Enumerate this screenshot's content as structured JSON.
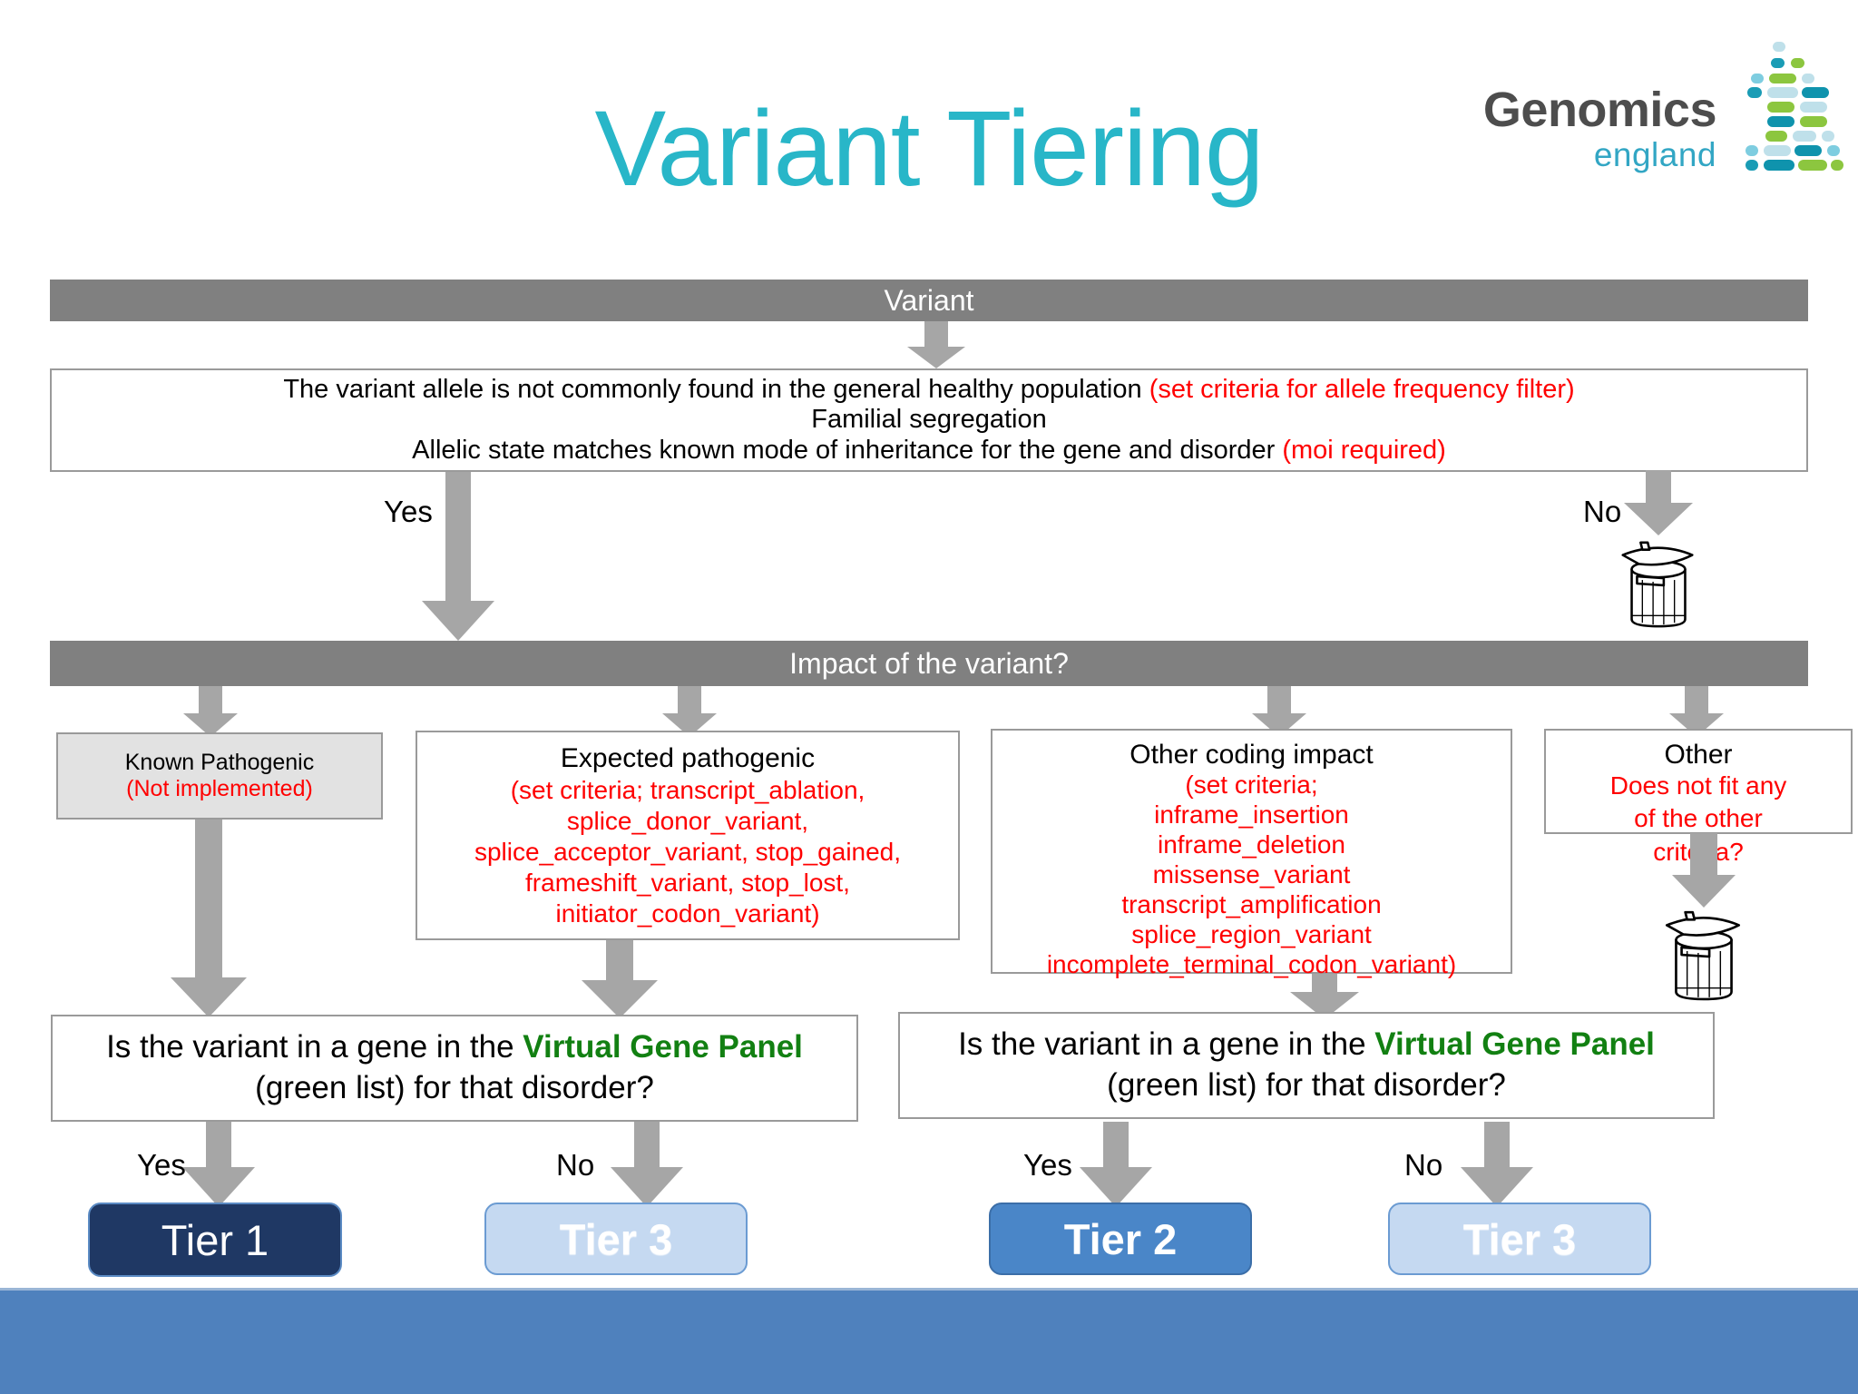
{
  "title": "Variant Tiering",
  "logo": {
    "word": "Genomics",
    "sub": "england",
    "colors": {
      "word": "#4d4d4d",
      "sub": "#32a6c4",
      "teal": "#1a9cb5",
      "green": "#8cc63f",
      "pale": "#bfe0ea"
    }
  },
  "colors": {
    "title": "#28b6c8",
    "bar_grey": "#808080",
    "arrow_grey": "#a6a6a6",
    "red": "#ff0000",
    "green": "#128012",
    "tier1": "#1f3864",
    "tier2": "#4a86c8",
    "tier3": "#c5d9f1",
    "band": "#4f81bd"
  },
  "flow": {
    "variant_bar": "Variant",
    "filter_box": {
      "line1_black": "The variant allele is not commonly found in the general healthy population ",
      "line1_red": "(set criteria for allele frequency filter)",
      "line2": "Familial segregation",
      "line3_black": "Allelic state matches known mode of inheritance for the gene and disorder ",
      "line3_red": "(moi required)"
    },
    "filter_yes": "Yes",
    "filter_no": "No",
    "impact_bar": "Impact of the variant?",
    "impact_boxes": [
      {
        "heading": "Known Pathogenic",
        "detail": "(Not implemented)",
        "style": "grey"
      },
      {
        "heading": "Expected pathogenic",
        "detail_lines": [
          "(set criteria; transcript_ablation,",
          "splice_donor_variant,",
          "splice_acceptor_variant, stop_gained,",
          "frameshift_variant, stop_lost,",
          "initiator_codon_variant)"
        ],
        "style": "white"
      },
      {
        "heading": "Other coding impact",
        "detail_lines": [
          "(set criteria;",
          "inframe_insertion",
          "inframe_deletion",
          "missense_variant",
          "transcript_amplification",
          "splice_region_variant",
          "incomplete_terminal_codon_variant)"
        ],
        "style": "white"
      },
      {
        "heading": "Other",
        "detail_lines": [
          "Does not fit any",
          "of the other",
          "criteria?"
        ],
        "style": "white"
      }
    ],
    "gene_panel_question": {
      "part1": "Is the variant in a gene in the ",
      "highlight": "Virtual Gene Panel",
      "part2": " (green list) for that disorder?"
    },
    "panel_left_yes": "Yes",
    "panel_left_no": "No",
    "panel_right_yes": "Yes",
    "panel_right_no": "No",
    "tiers": [
      {
        "label": "Tier 1",
        "variant": "tier1"
      },
      {
        "label": "Tier 3",
        "variant": "tier3"
      },
      {
        "label": "Tier 2",
        "variant": "tier2"
      },
      {
        "label": "Tier 3",
        "variant": "tier3"
      }
    ],
    "trash_icons": [
      "trash-can-icon",
      "trash-can-icon"
    ]
  }
}
